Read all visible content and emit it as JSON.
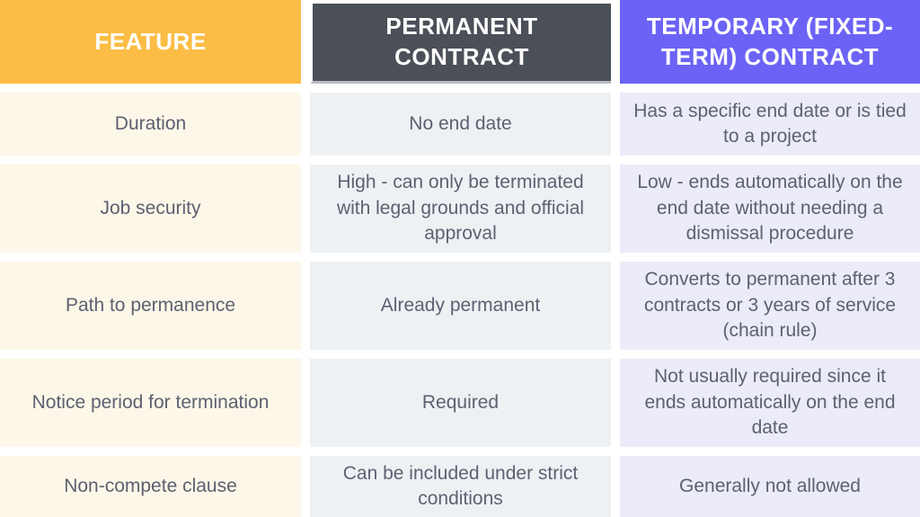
{
  "chart_data": {
    "type": "table",
    "title": "Permanent vs Temporary (Fixed-Term) Contract comparison",
    "columns": [
      "FEATURE",
      "PERMANENT CONTRACT",
      "TEMPORARY (FIXED-TERM) CONTRACT"
    ],
    "rows": [
      [
        "Duration",
        "No end date",
        "Has a specific end date or is tied to a project"
      ],
      [
        "Job security",
        "High - can only be terminated with legal grounds and official approval",
        "Low - ends automatically on the end date without needing a dismissal procedure"
      ],
      [
        "Path to permanence",
        "Already permanent",
        "Converts to permanent after 3 contracts or 3 years of service (chain rule)"
      ],
      [
        "Notice period for termination",
        "Required",
        "Not usually required since it ends automatically on the end date"
      ],
      [
        "Non-compete clause",
        "Can be included under strict conditions",
        "Generally not allowed"
      ]
    ],
    "layout_hints": {
      "header_row": true,
      "column_count": 3,
      "row_count": 5
    }
  },
  "colors": {
    "feature_header_bg": "#fbbd45",
    "permanent_header_bg": "#4b4f58",
    "temporary_header_bg": "#6c63f6",
    "feature_cell_bg": "#fdf7e9",
    "permanent_cell_bg": "#edf1f4",
    "temporary_cell_bg": "#ecebf9",
    "header_text": "#ffffff",
    "body_text": "#5d6170",
    "gutter": "#ffffff"
  }
}
